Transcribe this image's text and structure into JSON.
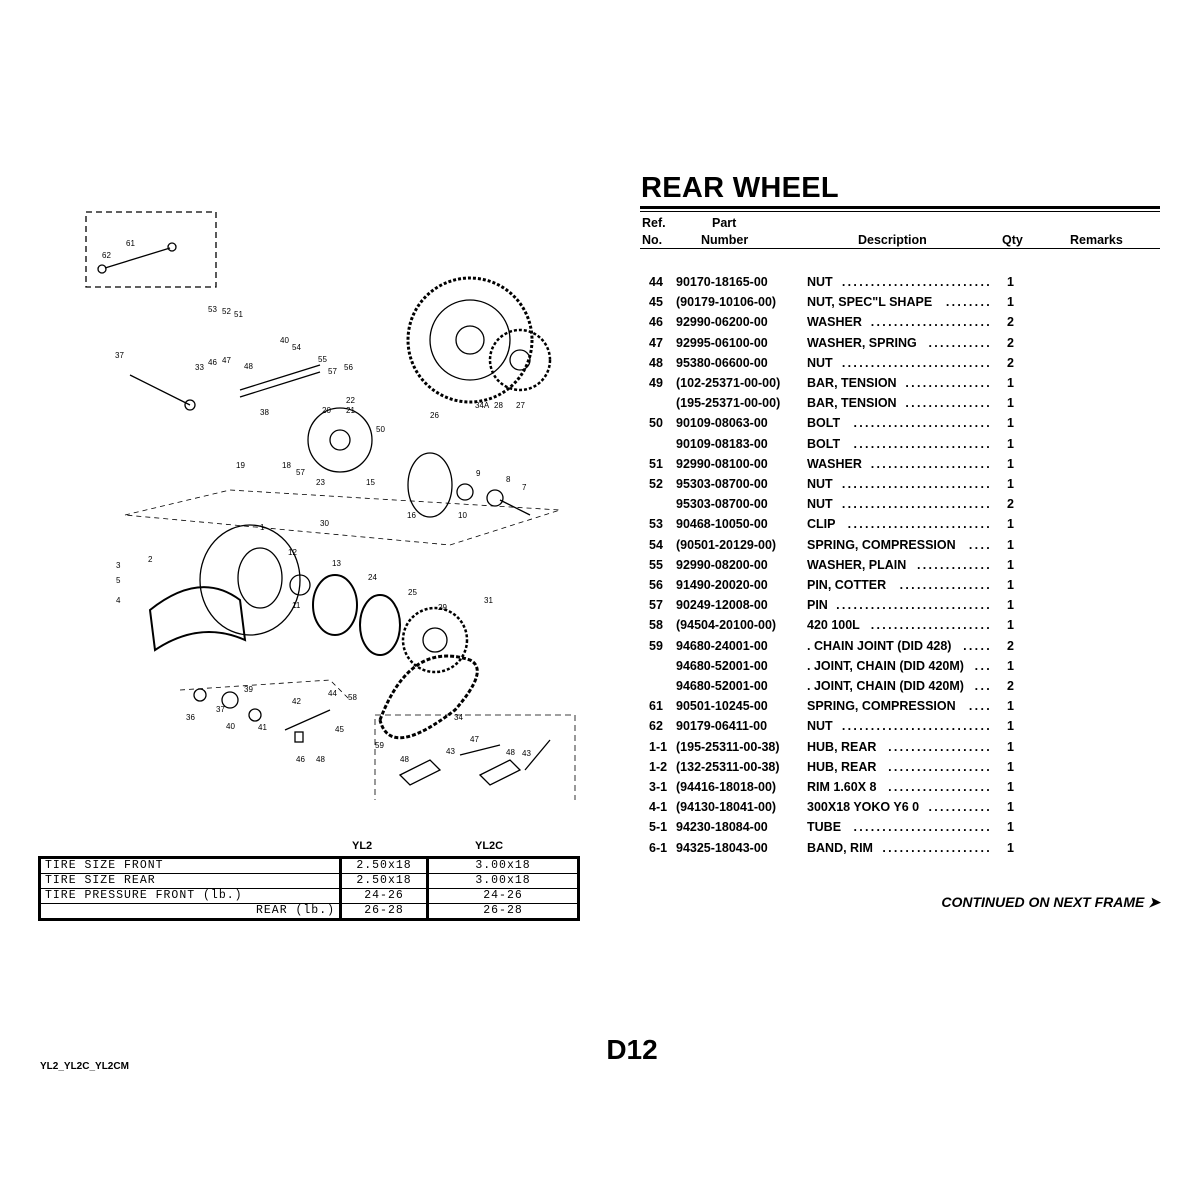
{
  "title": "REAR WHEEL",
  "columns": {
    "ref_1": "Ref.",
    "ref_2": "No.",
    "part_1": "Part",
    "part_2": "Number",
    "description": "Description",
    "qty": "Qty",
    "remarks": "Remarks"
  },
  "rows": [
    {
      "ref": "44",
      "part": "90170-18165-00",
      "desc": "NUT",
      "qty": "1"
    },
    {
      "ref": "45",
      "part": "(90179-10106-00)",
      "desc": "NUT, SPEC\"L SHAPE",
      "qty": "1"
    },
    {
      "ref": "46",
      "part": "92990-06200-00",
      "desc": "WASHER",
      "qty": "2"
    },
    {
      "ref": "47",
      "part": "92995-06100-00",
      "desc": "WASHER, SPRING",
      "qty": "2"
    },
    {
      "ref": "48",
      "part": "95380-06600-00",
      "desc": "NUT",
      "qty": "2"
    },
    {
      "ref": "49",
      "part": "(102-25371-00-00)",
      "desc": "BAR, TENSION",
      "qty": "1"
    },
    {
      "ref": "",
      "part": "(195-25371-00-00)",
      "desc": "BAR, TENSION",
      "qty": "1"
    },
    {
      "ref": "50",
      "part": "90109-08063-00",
      "desc": "BOLT",
      "qty": "1"
    },
    {
      "ref": "",
      "part": "90109-08183-00",
      "desc": "BOLT",
      "qty": "1"
    },
    {
      "ref": "51",
      "part": "92990-08100-00",
      "desc": "WASHER",
      "qty": "1"
    },
    {
      "ref": "52",
      "part": "95303-08700-00",
      "desc": "NUT",
      "qty": "1"
    },
    {
      "ref": "",
      "part": "95303-08700-00",
      "desc": "NUT",
      "qty": "2"
    },
    {
      "ref": "53",
      "part": "90468-10050-00",
      "desc": "CLIP",
      "qty": "1"
    },
    {
      "ref": "54",
      "part": "(90501-20129-00)",
      "desc": "SPRING, COMPRESSION",
      "qty": "1"
    },
    {
      "ref": "55",
      "part": "92990-08200-00",
      "desc": "WASHER, PLAIN",
      "qty": "1"
    },
    {
      "ref": "56",
      "part": "91490-20020-00",
      "desc": "PIN, COTTER",
      "qty": "1"
    },
    {
      "ref": "57",
      "part": "90249-12008-00",
      "desc": "PIN",
      "qty": "1"
    },
    {
      "ref": "58",
      "part": "(94504-20100-00)",
      "desc": "420 100L",
      "qty": "1"
    },
    {
      "ref": "59",
      "part": "94680-24001-00",
      "desc": ". CHAIN JOINT (DID 428)",
      "qty": "2"
    },
    {
      "ref": "",
      "part": "94680-52001-00",
      "desc": ". JOINT, CHAIN (DID 420M)",
      "qty": "1"
    },
    {
      "ref": "",
      "part": "94680-52001-00",
      "desc": ". JOINT, CHAIN (DID 420M)",
      "qty": "2"
    },
    {
      "ref": "61",
      "part": "90501-10245-00",
      "desc": "SPRING, COMPRESSION",
      "qty": "1"
    },
    {
      "ref": "62",
      "part": "90179-06411-00",
      "desc": "NUT",
      "qty": "1"
    },
    {
      "ref": "1-1",
      "part": "(195-25311-00-38)",
      "desc": "HUB, REAR",
      "qty": "1"
    },
    {
      "ref": "1-2",
      "part": "(132-25311-00-38)",
      "desc": "HUB, REAR",
      "qty": "1"
    },
    {
      "ref": "3-1",
      "part": "(94416-18018-00)",
      "desc": "RIM 1.60X 8",
      "qty": "1"
    },
    {
      "ref": "4-1",
      "part": "(94130-18041-00)",
      "desc": "300X18 YOKO Y6 0",
      "qty": "1"
    },
    {
      "ref": "5-1",
      "part": "94230-18084-00",
      "desc": "TUBE",
      "qty": "1"
    },
    {
      "ref": "6-1",
      "part": "94325-18043-00",
      "desc": "BAND, RIM",
      "qty": "1"
    }
  ],
  "continued": "CONTINUED ON NEXT FRAME ➤",
  "page_label": "D12",
  "footer_models": "YL2_YL2C_YL2CM",
  "tire_table": {
    "models": [
      "YL2",
      "YL2C"
    ],
    "rows": [
      {
        "label": "TIRE SIZE  FRONT",
        "yl2": "2.50x18",
        "yl2c": "3.00x18"
      },
      {
        "label": "TIRE SIZE  REAR",
        "yl2": "2.50x18",
        "yl2c": "3.00x18"
      },
      {
        "label": "TIRE PRESSURE   FRONT (lb.)",
        "yl2": "24-26",
        "yl2c": "24-26"
      },
      {
        "label": "REAR  (lb.)",
        "yl2": "26-28",
        "yl2c": "26-28"
      }
    ]
  },
  "diagram": {
    "callouts": [
      "62",
      "61",
      "53",
      "52",
      "51",
      "40",
      "54",
      "55",
      "57",
      "56",
      "37",
      "33",
      "46",
      "47",
      "48",
      "26",
      "34A",
      "28",
      "27",
      "38",
      "20",
      "22",
      "21",
      "50",
      "19",
      "18",
      "57",
      "23",
      "15",
      "16",
      "10",
      "9",
      "8",
      "7",
      "2",
      "3",
      "5",
      "4",
      "1",
      "12",
      "11",
      "30",
      "13",
      "24",
      "25",
      "29",
      "31",
      "37",
      "36",
      "39",
      "40",
      "41",
      "42",
      "44",
      "45",
      "46",
      "48",
      "58",
      "59",
      "34",
      "48",
      "43",
      "47",
      "48",
      "43"
    ]
  }
}
